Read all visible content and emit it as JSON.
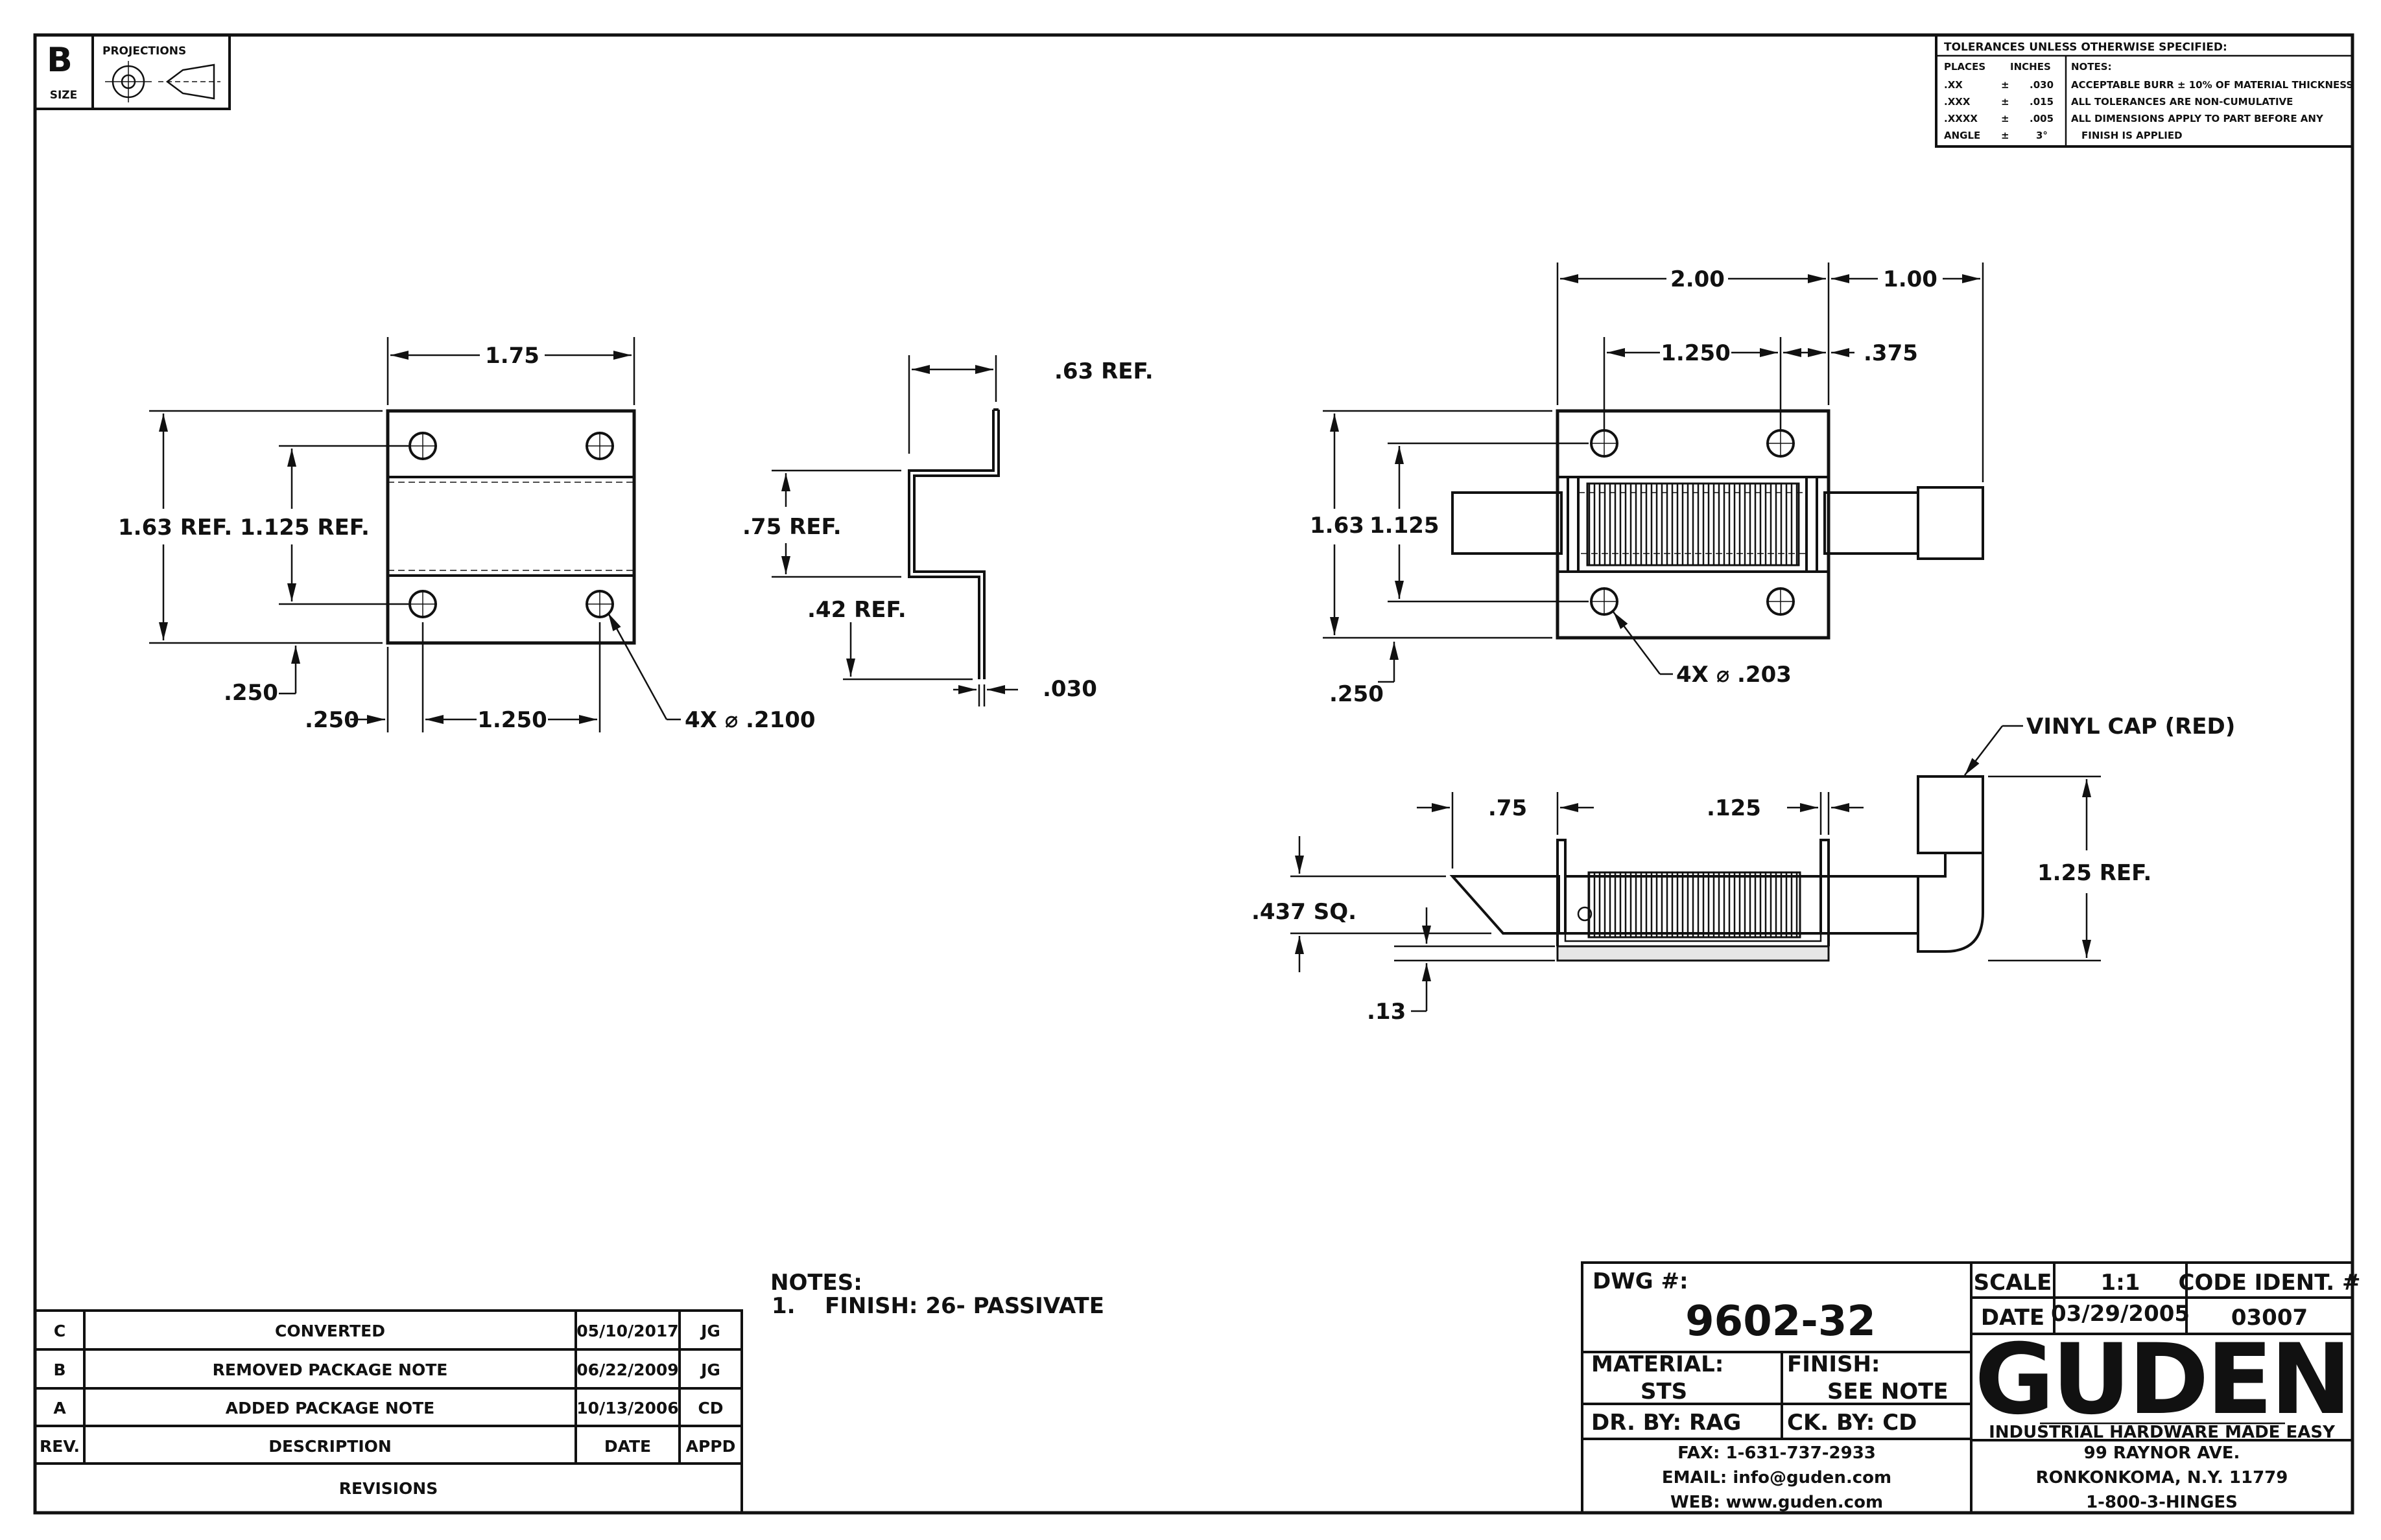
{
  "sheet": {
    "size_letter": "B",
    "size_label": "SIZE",
    "projections_label": "PROJECTIONS"
  },
  "tolerances": {
    "title": "TOLERANCES UNLESS OTHERWISE SPECIFIED:",
    "places_header": "PLACES",
    "inches_header": "INCHES",
    "rows": [
      {
        "place": ".XX",
        "pm": "±",
        "value": ".030"
      },
      {
        "place": ".XXX",
        "pm": "±",
        "value": ".015"
      },
      {
        "place": ".XXXX",
        "pm": "±",
        "value": ".005"
      },
      {
        "place": "ANGLE",
        "pm": "±",
        "value": "3°"
      }
    ],
    "notes_header": "NOTES:",
    "notes": [
      "ACCEPTABLE BURR ± 10% OF MATERIAL THICKNESS",
      "ALL TOLERANCES ARE NON-CUMULATIVE",
      "ALL DIMENSIONS APPLY TO PART BEFORE ANY",
      "FINISH IS APPLIED"
    ]
  },
  "dimensions": {
    "left_view": {
      "width": "1.75",
      "height_ref": "1.63 REF.",
      "hole_span_ref": "1.125 REF.",
      "edge_v": ".250",
      "edge_h": ".250",
      "hole_spacing": "1.250",
      "holes": "4X ⌀ .2100"
    },
    "side_view": {
      "top_ref": ".63 REF.",
      "mid_ref": ".75 REF.",
      "low_ref": ".42 REF.",
      "thickness": ".030"
    },
    "right_view": {
      "overall": "2.00",
      "extension": "1.00",
      "hole_spacing": "1.250",
      "edge": ".375",
      "height": "1.63",
      "hole_span": "1.125",
      "edge_v": ".250",
      "holes": "4X ⌀ .203"
    },
    "bottom_view": {
      "cap_note": "VINYL CAP (RED)",
      "left": ".75",
      "right": ".125",
      "square": ".437 SQ.",
      "cap_height": "1.25 REF.",
      "base": ".13"
    }
  },
  "notes": {
    "title": "NOTES:",
    "items": [
      {
        "num": "1.",
        "text": "FINISH: 26- PASSIVATE"
      }
    ]
  },
  "revisions": {
    "title": "REVISIONS",
    "headers": {
      "rev": "REV.",
      "description": "DESCRIPTION",
      "date": "DATE",
      "appd": "APPD"
    },
    "rows": [
      {
        "rev": "C",
        "description": "CONVERTED",
        "date": "05/10/2017",
        "appd": "JG"
      },
      {
        "rev": "B",
        "description": "REMOVED PACKAGE NOTE",
        "date": "06/22/2009",
        "appd": "JG"
      },
      {
        "rev": "A",
        "description": "ADDED PACKAGE NOTE",
        "date": "10/13/2006",
        "appd": "CD"
      }
    ]
  },
  "title_block": {
    "dwg_label": "DWG #:",
    "dwg_number": "9602-32",
    "material_label": "MATERIAL:",
    "material": "STS",
    "finish_label": "FINISH:",
    "finish": "SEE NOTE",
    "dr_by": "DR. BY:   RAG",
    "ck_by": "CK. BY: CD",
    "fax": "FAX: 1-631-737-2933",
    "email": "EMAIL: info@guden.com",
    "web": "WEB: www.guden.com",
    "scale_label": "SCALE",
    "scale": "1:1",
    "code_label": "CODE IDENT. #",
    "date_label": "DATE",
    "date": "03/29/2005",
    "code": "03007",
    "logo": "GUDEN",
    "tagline": "INDUSTRIAL HARDWARE MADE EASY",
    "address1": "99 RAYNOR AVE.",
    "address2": "RONKONKOMA, N.Y. 11779",
    "phone": "1-800-3-HINGES"
  }
}
